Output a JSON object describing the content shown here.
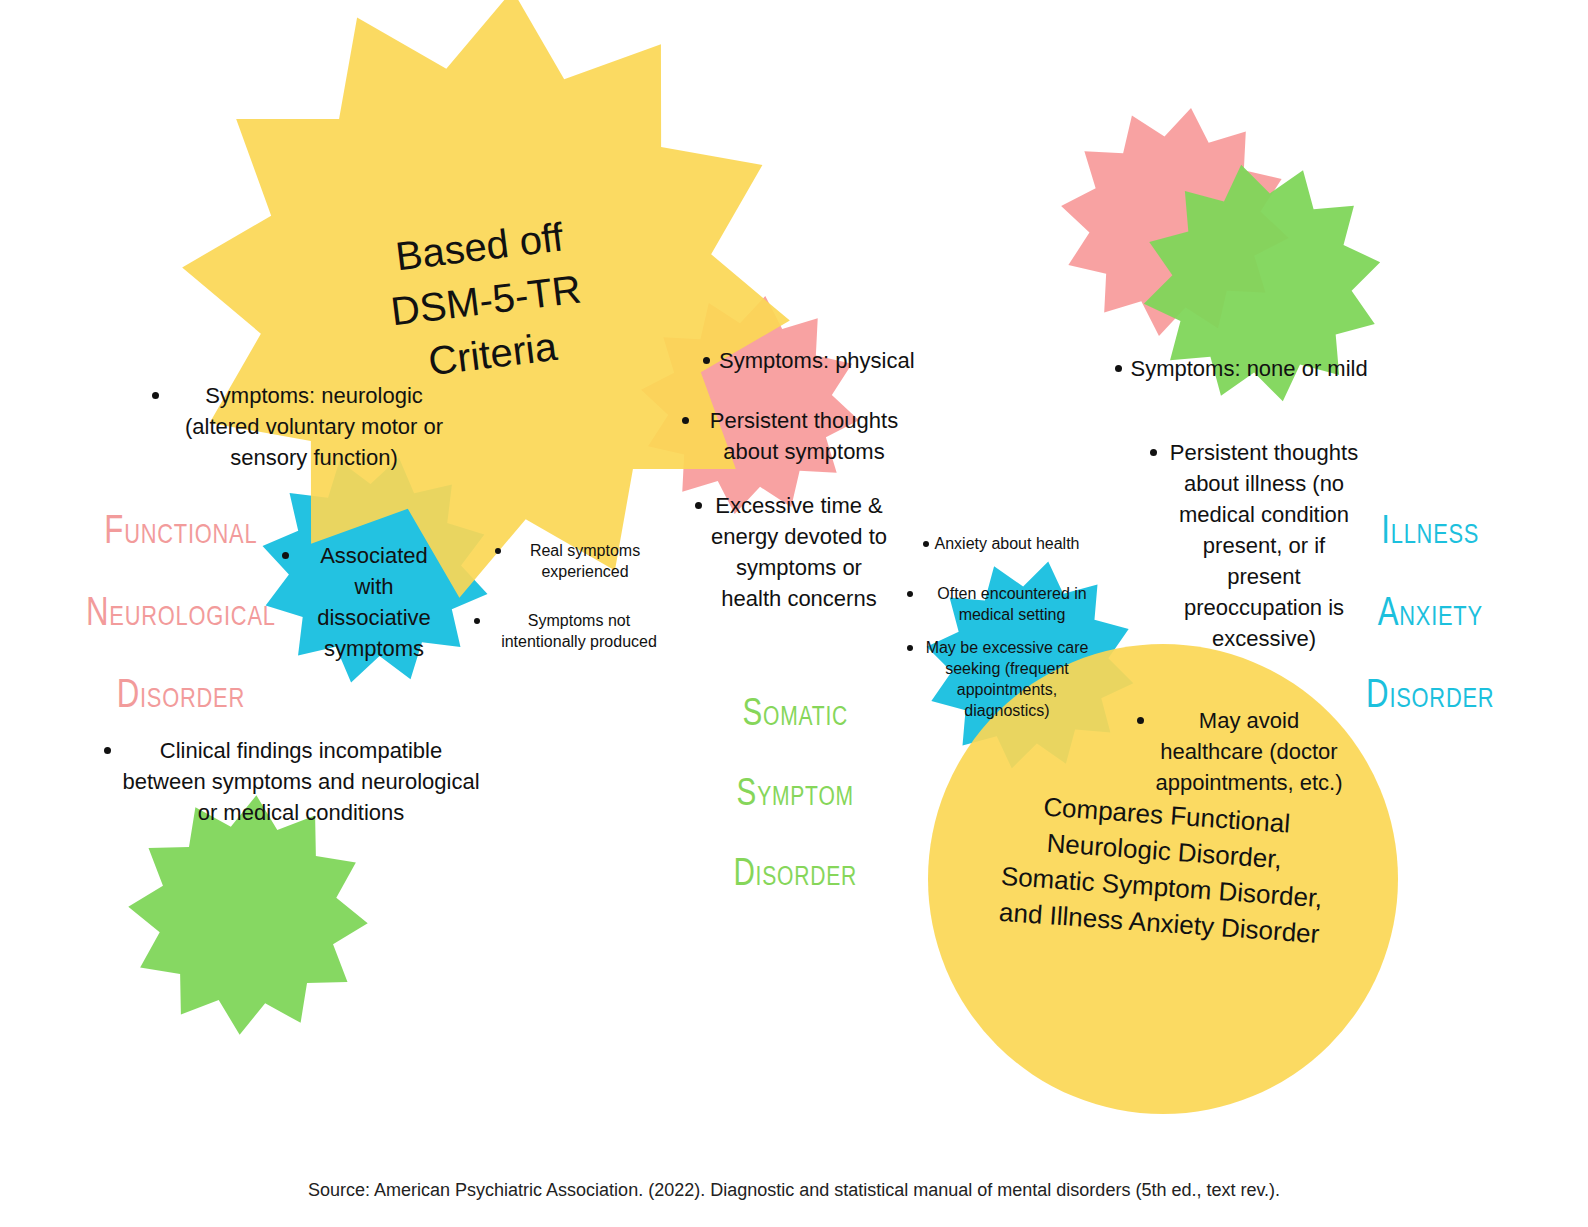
{
  "diagram": {
    "caption": "Source: American Psychiatric Association. (2022). Diagnostic and statistical manual of mental disorders (5th ed., text rev.).",
    "nodes": [
      {
        "text": [
          "Functional Neurological Disorder",
          "Symptoms: neurologic (altered voluntary motor or sensory function)",
          "Associated with dissociative symptoms",
          "Clinical findings incompatible between symptoms and neurological or medical conditions"
        ]
      },
      {
        "text": [
          "Somatic Symptom Disorder",
          "Symptoms: physical",
          "Persistent thoughts about symptoms",
          "Excessive time & energy devoted to symptoms or health concerns"
        ]
      },
      {
        "text": [
          "Illness Anxiety Disorder",
          "Symptoms: none or mild",
          "Persistent thoughts about illness (no medical condition present, or if present preoccupation is excessive)",
          "May avoid healthcare (doctor appointments, etc.)"
        ]
      },
      {
        "text": [
          "Based off DSM-5-TR Criteria"
        ]
      },
      {
        "text": [
          "Compares Functional Neurologic Disorder, Somatic Symptom Disorder, and Illness Anxiety Disorder"
        ]
      }
    ],
    "labels": [
      "Real symptoms experienced",
      "Symptoms not intentionally produced",
      "Anxiety about health",
      "Often encountered in medical setting",
      "May be excessive care seeking (frequent appointments, diagnostics)"
    ]
  }
}
